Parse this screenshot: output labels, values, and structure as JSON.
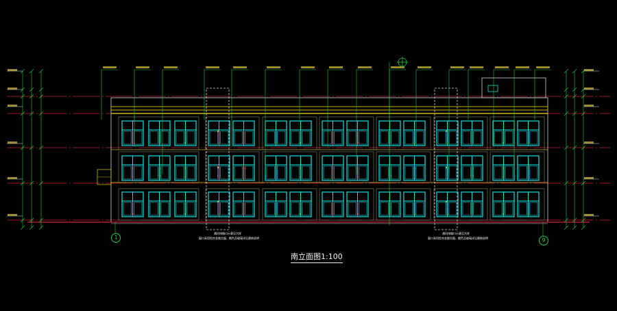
{
  "drawing": {
    "title": "南立面图",
    "scale": "1:100",
    "axis_left": "1",
    "axis_right": "9",
    "note_left": {
      "line1": "通风排烟口示意见大样",
      "line2": "窗口采用铝合金推拉窗，颜色及玻璃详见建筑说明"
    },
    "note_right": {
      "line1": "通风排烟口示意见大样",
      "line2": "窗口采用铝合金推拉窗，颜色及玻璃详见建筑说明"
    }
  },
  "colors": {
    "background": "#000000",
    "window": "#19e0e0",
    "leader": "#22cc44",
    "level_line": "#cc2233",
    "parapet": "#c9b800",
    "outline": "#d8d8d8",
    "text": "#ffffff"
  }
}
